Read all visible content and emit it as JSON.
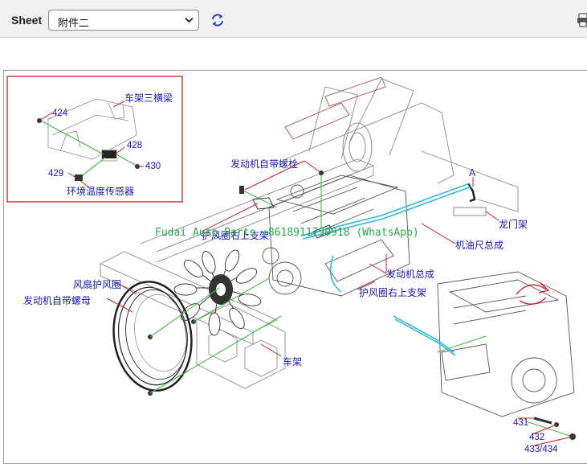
{
  "toolbar": {
    "sheet_label": "Sheet",
    "sheet_value": "附件二",
    "refresh_icon": "refresh-icon",
    "printer_icon": "printer-icon"
  },
  "drawing": {
    "watermark": "Fudai Auto Parts +8618911790918 (WhatsApp)",
    "labels": {
      "crossbeam": "车架三横梁",
      "ambient_sensor": "环境温度传感器",
      "engine_bolt_top": "发动机自带螺栓",
      "fan_shroud_upper_left": "护风圈右上支架",
      "fan_shroud": "风扇护风圈",
      "engine_nut": "发动机自带螺母",
      "frame": "车架",
      "engine_assy": "发动机总成",
      "fan_shroud_upper_right": "护风圈右上支架",
      "dipstick_assy": "机油尺总成",
      "gantry": "龙门架",
      "detail_a": "A"
    },
    "numbers": {
      "n424": "424",
      "n428": "428",
      "n429": "429",
      "n430": "430",
      "n431": "431",
      "n432": "432",
      "n433": "433/434"
    }
  },
  "colors": {
    "label_blue": "#1a1ab0",
    "leader_red": "#c0202a",
    "line_green": "#49b849",
    "hose_cyan": "#39b5d8",
    "watermark_green": "#2aa84a"
  }
}
